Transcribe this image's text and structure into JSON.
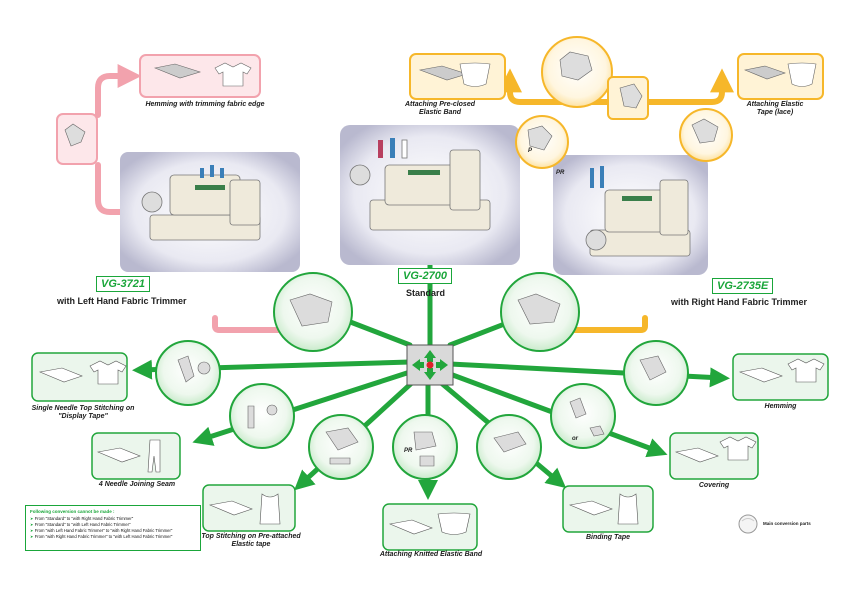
{
  "models": {
    "left": {
      "name": "VG-3721",
      "desc": "with Left Hand Fabric Trimmer"
    },
    "center": {
      "name": "VG-2700",
      "desc": "Standard"
    },
    "right": {
      "name": "VG-2735E",
      "desc": "with Right Hand Fabric Trimmer"
    }
  },
  "applications": {
    "hemming_trim": "Hemming with trimming fabric edge",
    "preclosed": "Attaching Pre-closed Elastic Band",
    "elastic_lace": "Attaching Elastic Tape (lace)",
    "single_needle": "Single Needle Top Stitching on \"Display Tape\"",
    "four_needle": "4 Needle Joining Seam",
    "top_preattached": "Top Stitching on Pre-attached Elastic tape",
    "knitted_band": "Attaching Knitted Elastic Band",
    "binding": "Binding Tape",
    "hemming": "Hemming",
    "covering": "Covering"
  },
  "part_labels": {
    "p": "P",
    "pr": "PR",
    "pr_bottom": "PR",
    "or": "or"
  },
  "notes": {
    "title": "Following conversion cannot be made :",
    "rows": [
      "From \"Standard\" to \"with Right Hand Fabric Trimmer\"",
      "From \"Standard\" to \"with Left Hand Fabric Trimmer\"",
      "From \"with Left Hand Fabric Trimmer\" to \"with Right Hand Fabric Trimmer\"",
      "From \"with Right Hand Fabric Trimmer\" to \"with Left Hand Fabric Trimmer\""
    ]
  },
  "legend": {
    "label": "Main conversion parts"
  },
  "colors": {
    "green": "#22a63c",
    "pink": "#f2a2ad",
    "orange": "#f6b72a",
    "hub": "#d9d9d9"
  }
}
